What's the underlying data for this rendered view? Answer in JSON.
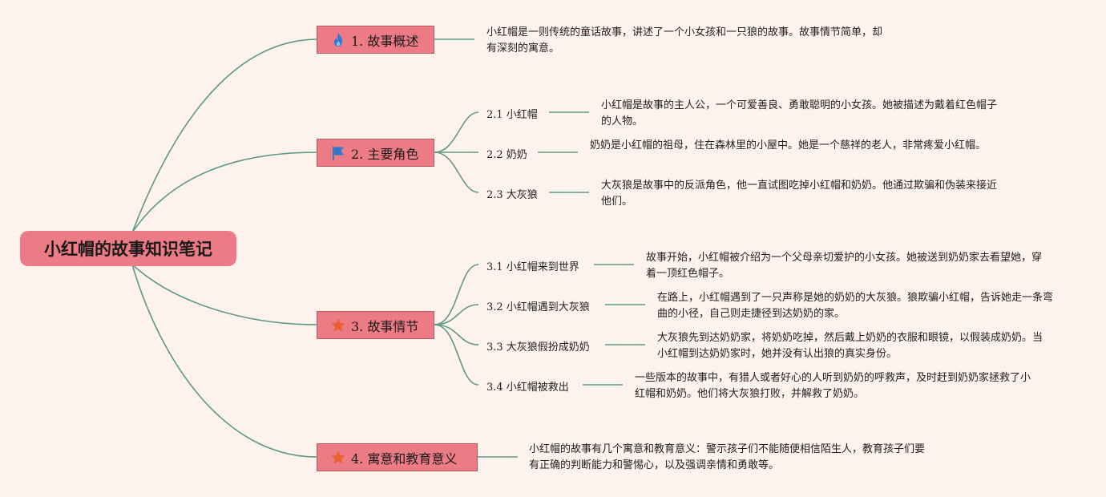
{
  "root": {
    "title": "小红帽的故事知识笔记"
  },
  "branches": [
    {
      "label": "1. 故事概述",
      "icon": "fire-icon",
      "note": "小红帽是一则传统的童话故事，讲述了一个小女孩和一只狼的故事。故事情节简单，却有深刻的寓意。",
      "children": []
    },
    {
      "label": "2. 主要角色",
      "icon": "flag-icon",
      "children": [
        {
          "label": "2.1 小红帽",
          "note": "小红帽是故事的主人公，一个可爱善良、勇敢聪明的小女孩。她被描述为戴着红色帽子的人物。"
        },
        {
          "label": "2.2 奶奶",
          "note": "奶奶是小红帽的祖母，住在森林里的小屋中。她是一个慈祥的老人，非常疼爱小红帽。"
        },
        {
          "label": "2.3 大灰狼",
          "note": "大灰狼是故事中的反派角色，他一直试图吃掉小红帽和奶奶。他通过欺骗和伪装来接近他们。"
        }
      ]
    },
    {
      "label": "3. 故事情节",
      "icon": "star-icon",
      "children": [
        {
          "label": "3.1 小红帽来到世界",
          "note": "故事开始，小红帽被介绍为一个父母亲切爱护的小女孩。她被送到奶奶家去看望她，穿着一顶红色帽子。"
        },
        {
          "label": "3.2 小红帽遇到大灰狼",
          "note": "在路上，小红帽遇到了一只声称是她的奶奶的大灰狼。狼欺骗小红帽，告诉她走一条弯曲的小径，自己则走捷径到达奶奶的家。"
        },
        {
          "label": "3.3 大灰狼假扮成奶奶",
          "note": "大灰狼先到达奶奶家，将奶奶吃掉，然后戴上奶奶的衣服和眼镜，以假装成奶奶。当小红帽到达奶奶家时，她并没有认出狼的真实身份。"
        },
        {
          "label": "3.4 小红帽被救出",
          "note": "一些版本的故事中，有猎人或者好心的人听到奶奶的呼救声，及时赶到奶奶家拯救了小红帽和奶奶。他们将大灰狼打败，并解救了奶奶。"
        }
      ]
    },
    {
      "label": "4. 寓意和教育意义",
      "icon": "star-icon",
      "note": "小红帽的故事有几个寓意和教育意义：警示孩子们不能随便相信陌生人，教育孩子们要有正确的判断能力和警惕心，以及强调亲情和勇敢等。",
      "children": []
    }
  ],
  "colors": {
    "background": "#fdf2ec",
    "node_fill": "#ec7b85",
    "line": "#5f9a86",
    "fire": "#2e7bd6",
    "flag": "#2f78c8",
    "star": "#e8612f"
  }
}
